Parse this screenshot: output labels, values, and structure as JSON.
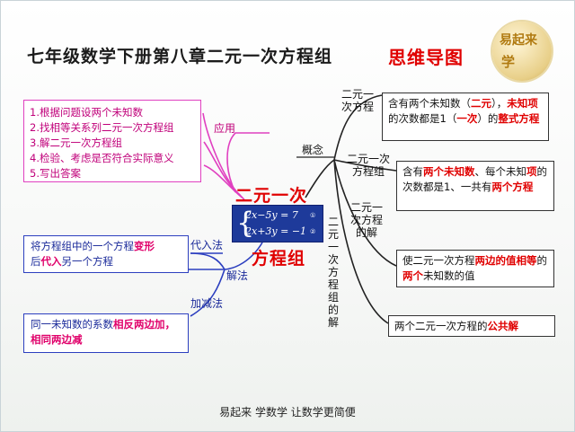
{
  "title": "七年级数学下册第八章二元一次方程组",
  "title_highlight": "思维导图",
  "logo": {
    "line1": "易起来",
    "line2": "学"
  },
  "central": {
    "top": "二元一次",
    "bottom": "方程组"
  },
  "equations": {
    "eq1": "2x−5y = 7",
    "eq2": "2x+3y = −1",
    "n1": "①",
    "n2": "②"
  },
  "application": {
    "label": "应用",
    "steps": [
      "1.根据问题设两个未知数",
      "2.找相等关系列二元一次方程组",
      "3.解二元一次方程组",
      "4.检验、考虑是否符合实际意义",
      "5.写出答案"
    ]
  },
  "solving": {
    "label": "解法",
    "substitution": {
      "label": "代入法",
      "text_a": "将方程组中的一个方程",
      "text_b": "变形",
      "text_c": "后",
      "text_d": "代入",
      "text_e": "另一个方程"
    },
    "elimination": {
      "label": "加减法",
      "text_a": "同一未知数的系数",
      "text_b": "相反两边加，相同两边减"
    }
  },
  "concept": {
    "label": "概念",
    "equation": {
      "label": "二元一次方程",
      "text_a": "含有两个未知数（",
      "text_b": "二元",
      "text_c": "），",
      "text_d": "未知项",
      "text_e": "的次数都是1（",
      "text_f": "一次",
      "text_g": "）的",
      "text_h": "整式方程"
    },
    "system": {
      "label": "二元一次方程组",
      "text_a": "含有",
      "text_b": "两个未知数",
      "text_c": "、每个未知",
      "text_d": "项",
      "text_e": "的次数都是1、一共有",
      "text_f": "两个方程"
    },
    "solution": {
      "label": "二元一次方程的解",
      "text_a": "使二元一次方程",
      "text_b": "两边的值相等",
      "text_c": "的",
      "text_d": "两个",
      "text_e": "未知数的值"
    },
    "system_solution": {
      "label": "二元一次方程组的解",
      "text_a": "两个二元一次方程的",
      "text_b": "公共解"
    }
  },
  "footer": "易起来 学数学  让数学更简便"
}
